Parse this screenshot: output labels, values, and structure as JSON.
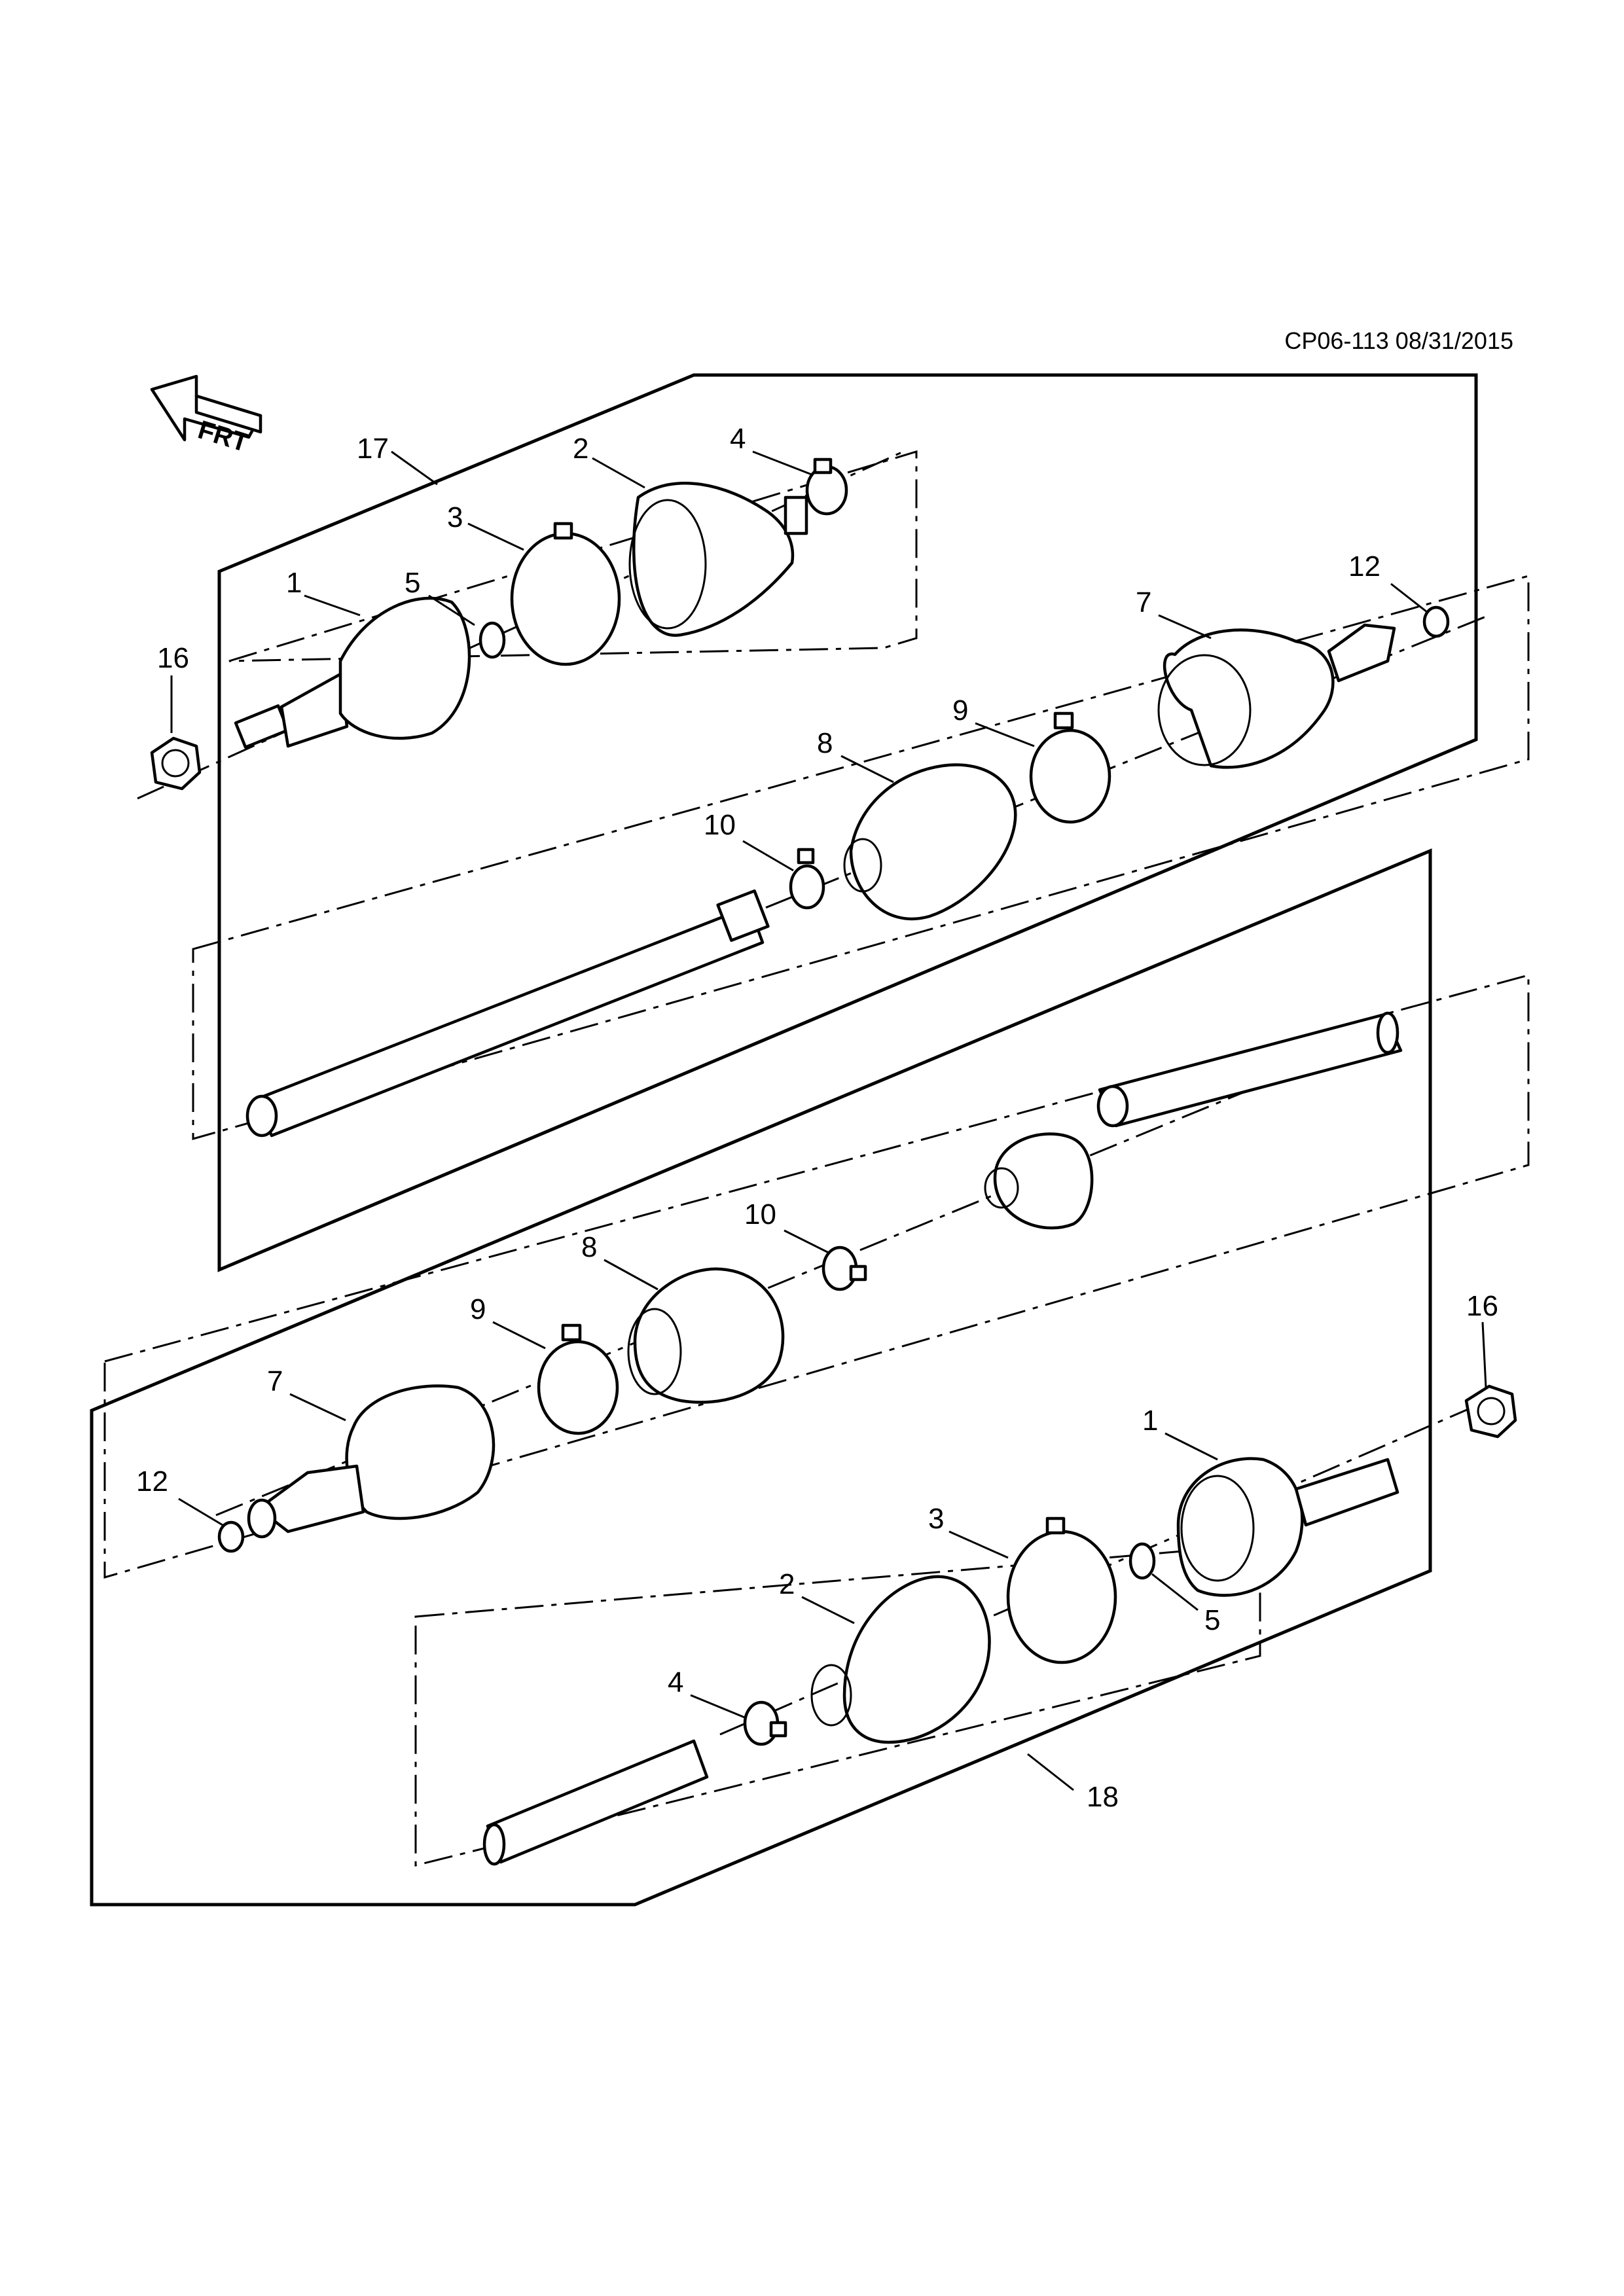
{
  "document_reference": "CP06-113 08/31/2015",
  "orientation_marker": {
    "icon": "front-direction-arrow-icon",
    "label": "FRT"
  },
  "assemblies": [
    {
      "callout": "17",
      "callouts": [
        "1",
        "2",
        "3",
        "4",
        "5",
        "7",
        "8",
        "9",
        "10",
        "12",
        "16"
      ]
    },
    {
      "callout": "18",
      "callouts": [
        "1",
        "2",
        "3",
        "4",
        "5",
        "7",
        "8",
        "9",
        "10",
        "12",
        "16"
      ]
    }
  ]
}
